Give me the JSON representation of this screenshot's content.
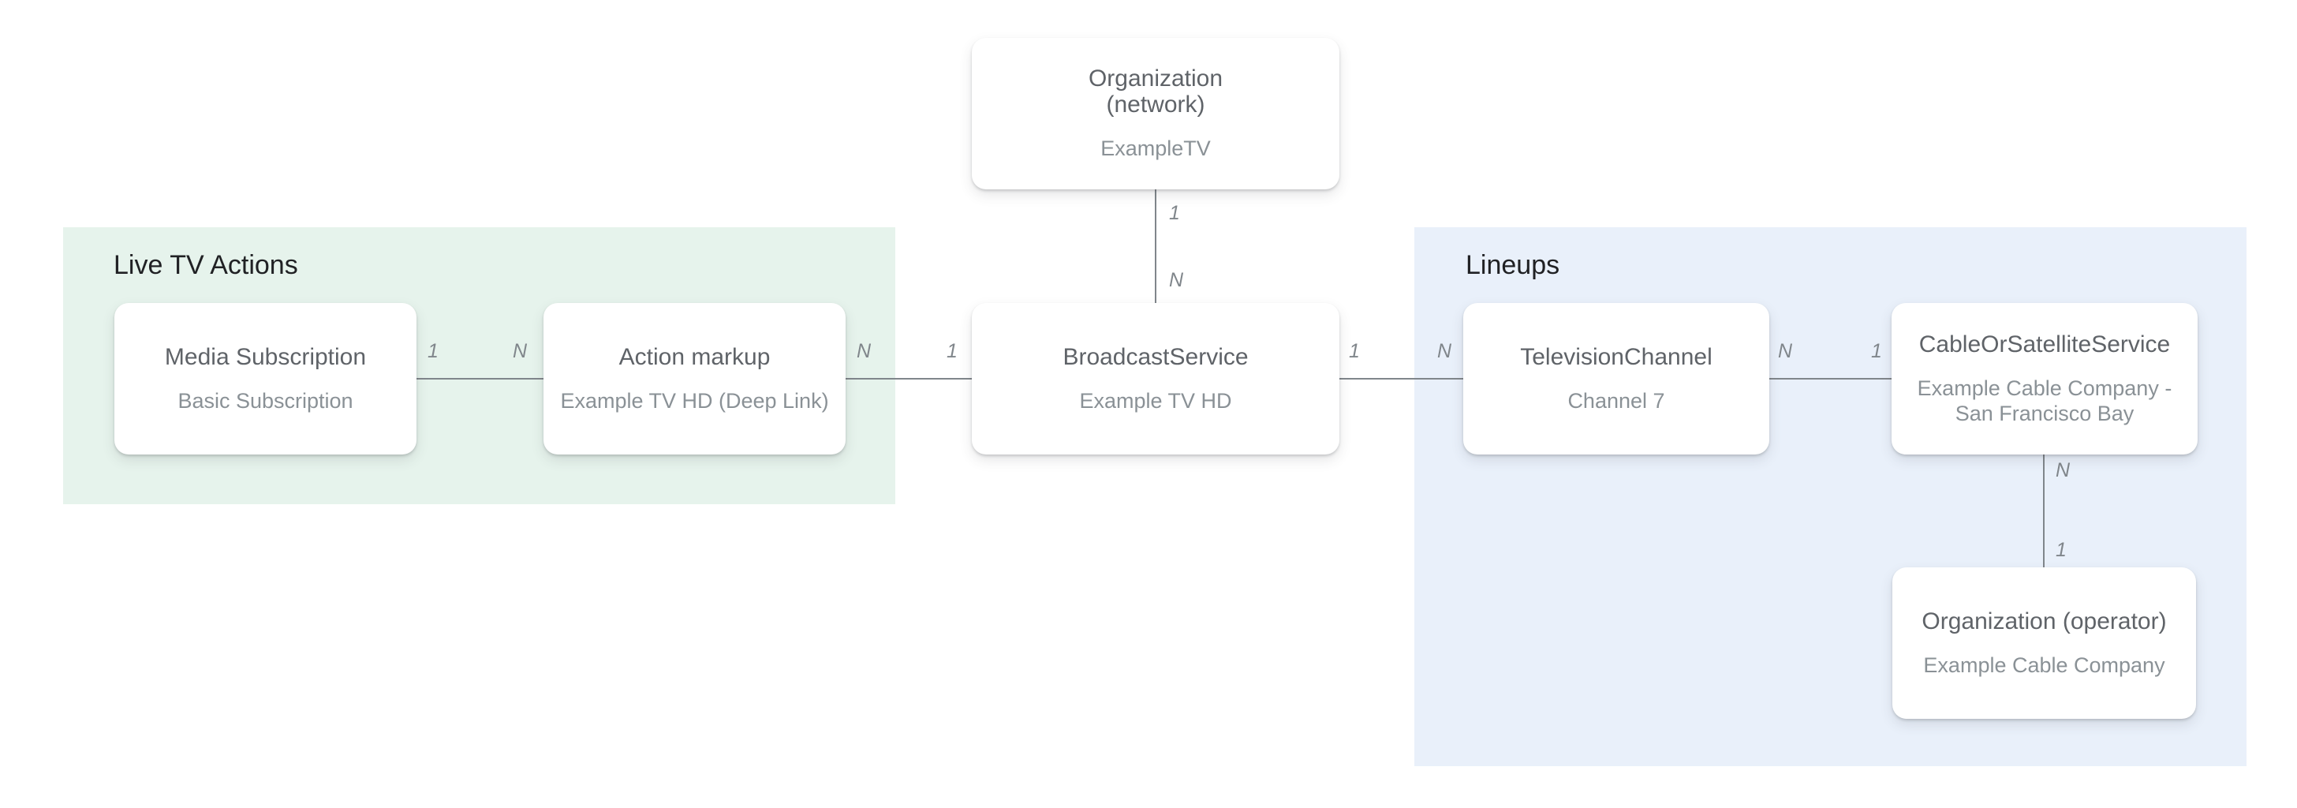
{
  "diagram": {
    "regions": [
      {
        "key": "live_tv_actions",
        "label": "Live TV Actions",
        "bg": "#E6F3EC"
      },
      {
        "key": "lineups",
        "label": "Lineups",
        "bg": "#E9F0FA"
      }
    ],
    "nodes": [
      {
        "key": "organization_network",
        "title": "Organization\n(network)",
        "subtitle": "ExampleTV",
        "region": null
      },
      {
        "key": "media_subscription",
        "title": "Media Subscription",
        "subtitle": "Basic Subscription",
        "region": "live_tv_actions"
      },
      {
        "key": "action_markup",
        "title": "Action markup",
        "subtitle": "Example TV HD (Deep Link)",
        "region": "live_tv_actions"
      },
      {
        "key": "broadcast_service",
        "title": "BroadcastService",
        "subtitle": "Example TV HD",
        "region": null
      },
      {
        "key": "television_channel",
        "title": "TelevisionChannel",
        "subtitle": "Channel 7",
        "region": "lineups"
      },
      {
        "key": "cable_or_satellite_service",
        "title": "CableOrSatelliteService",
        "subtitle": "Example Cable Company -\nSan Francisco Bay",
        "region": "lineups"
      },
      {
        "key": "organization_operator",
        "title": "Organization (operator)",
        "subtitle": "Example Cable Company",
        "region": "lineups"
      }
    ],
    "edges": [
      {
        "from": "organization_network",
        "to": "broadcast_service",
        "orientation": "vertical",
        "from_label": "1",
        "to_label": "N"
      },
      {
        "from": "media_subscription",
        "to": "action_markup",
        "orientation": "horizontal",
        "from_label": "1",
        "to_label": "N"
      },
      {
        "from": "action_markup",
        "to": "broadcast_service",
        "orientation": "horizontal",
        "from_label": "N",
        "to_label": "1"
      },
      {
        "from": "broadcast_service",
        "to": "television_channel",
        "orientation": "horizontal",
        "from_label": "1",
        "to_label": "N"
      },
      {
        "from": "television_channel",
        "to": "cable_or_satellite_service",
        "orientation": "horizontal",
        "from_label": "N",
        "to_label": "1"
      },
      {
        "from": "cable_or_satellite_service",
        "to": "organization_operator",
        "orientation": "vertical",
        "from_label": "N",
        "to_label": "1"
      }
    ],
    "colors": {
      "background": "#FFFFFF",
      "node_bg": "#FFFFFF",
      "node_title": "#5F6368",
      "node_subtitle": "#8A9196",
      "region_heading": "#202124",
      "connector": "#80868B",
      "cardinality_label": "#80868B",
      "live_tv_actions_bg": "#E6F3EC",
      "lineups_bg": "#E9F0FA"
    }
  }
}
